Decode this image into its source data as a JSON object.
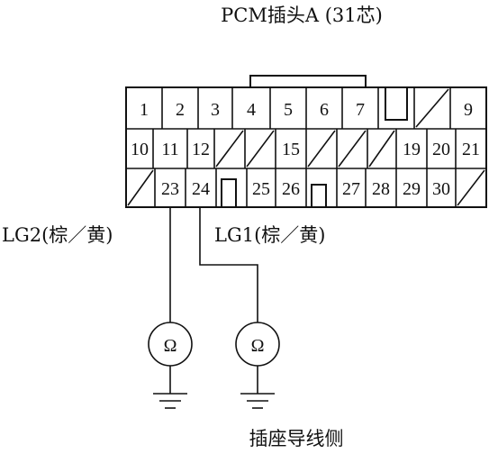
{
  "title": "PCM插头A (31芯)",
  "pin_rows": [
    [
      "1",
      "2",
      "3",
      "4",
      "5",
      "6",
      "7",
      "9"
    ],
    [
      "10",
      "11",
      "12",
      "15",
      "19",
      "20",
      "21"
    ],
    [
      "23",
      "24",
      "25",
      "26",
      "27",
      "28",
      "29",
      "30"
    ]
  ],
  "wire_lg2": "LG2(棕／黄)",
  "wire_lg1": "LG1(棕／黄)",
  "meter_symbol": "Ω",
  "footer": "插座导线侧"
}
